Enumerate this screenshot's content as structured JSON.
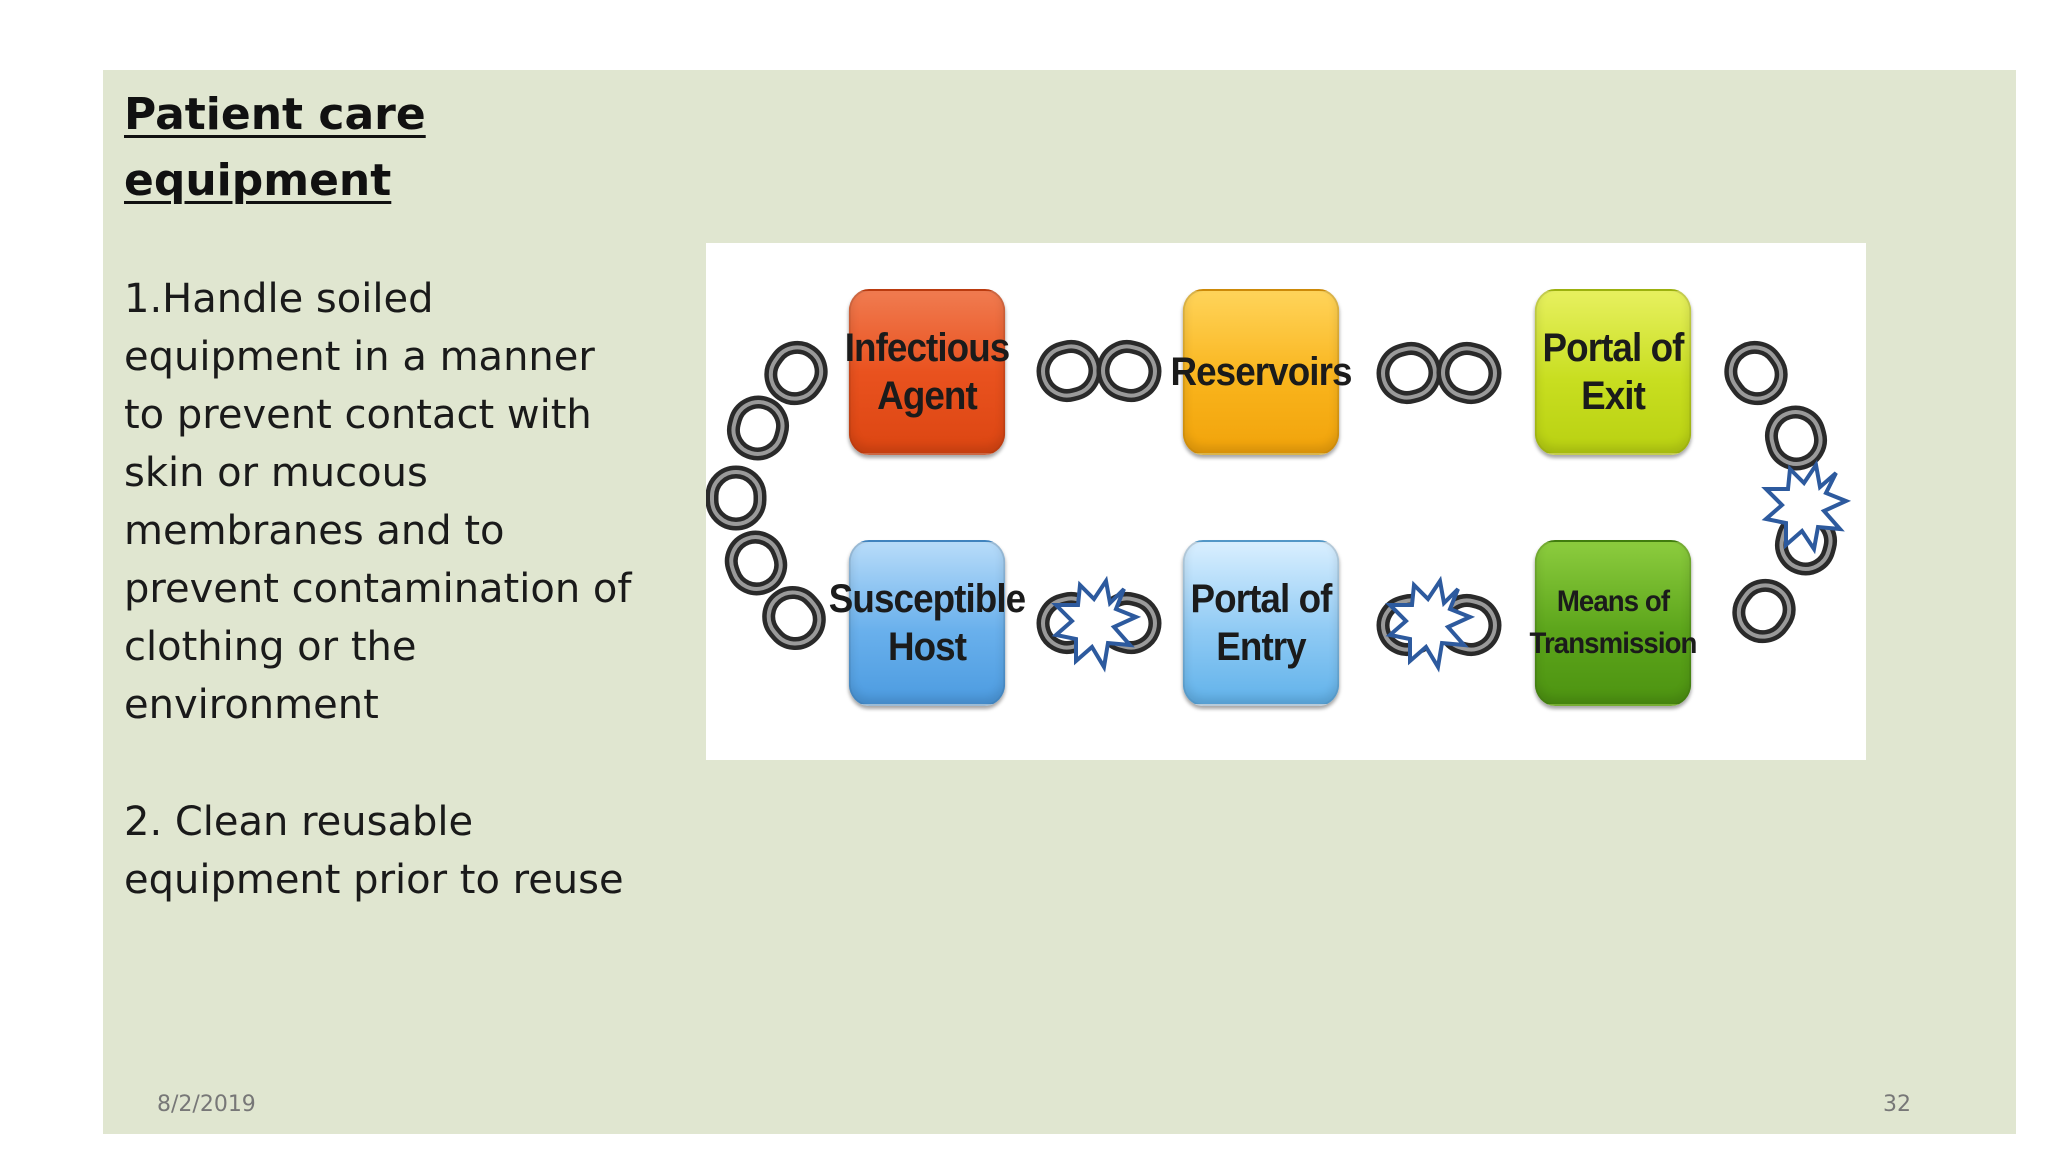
{
  "slide": {
    "title_line1": "Patient  care",
    "title_line2": "equipment",
    "point1": "1.Handle soiled equipment in a manner to prevent contact with skin or mucous membranes and to prevent contamination of clothing or the environment",
    "point2": "2. Clean reusable equipment prior to reuse",
    "date": "8/2/2019",
    "page_number": "32"
  },
  "diagram": {
    "nodes": {
      "infectious_agent": {
        "line1": "Infectious",
        "line2": "Agent",
        "color": "#e9521f"
      },
      "reservoirs": {
        "line1": "Reservoirs",
        "color": "#f9b41c"
      },
      "portal_of_exit": {
        "line1": "Portal of",
        "line2": "Exit",
        "color": "#c8de20"
      },
      "means_of_transmission": {
        "line1": "Means of",
        "line2": "Transmission",
        "color": "#5ca51b"
      },
      "portal_of_entry": {
        "line1": "Portal of",
        "line2": "Entry",
        "color": "#8fcaf4"
      },
      "susceptible_host": {
        "line1": "Susceptible",
        "line2": "Host",
        "color": "#69b0ec"
      }
    },
    "link_color": "#333333",
    "break_color": "#2d5a9e"
  }
}
